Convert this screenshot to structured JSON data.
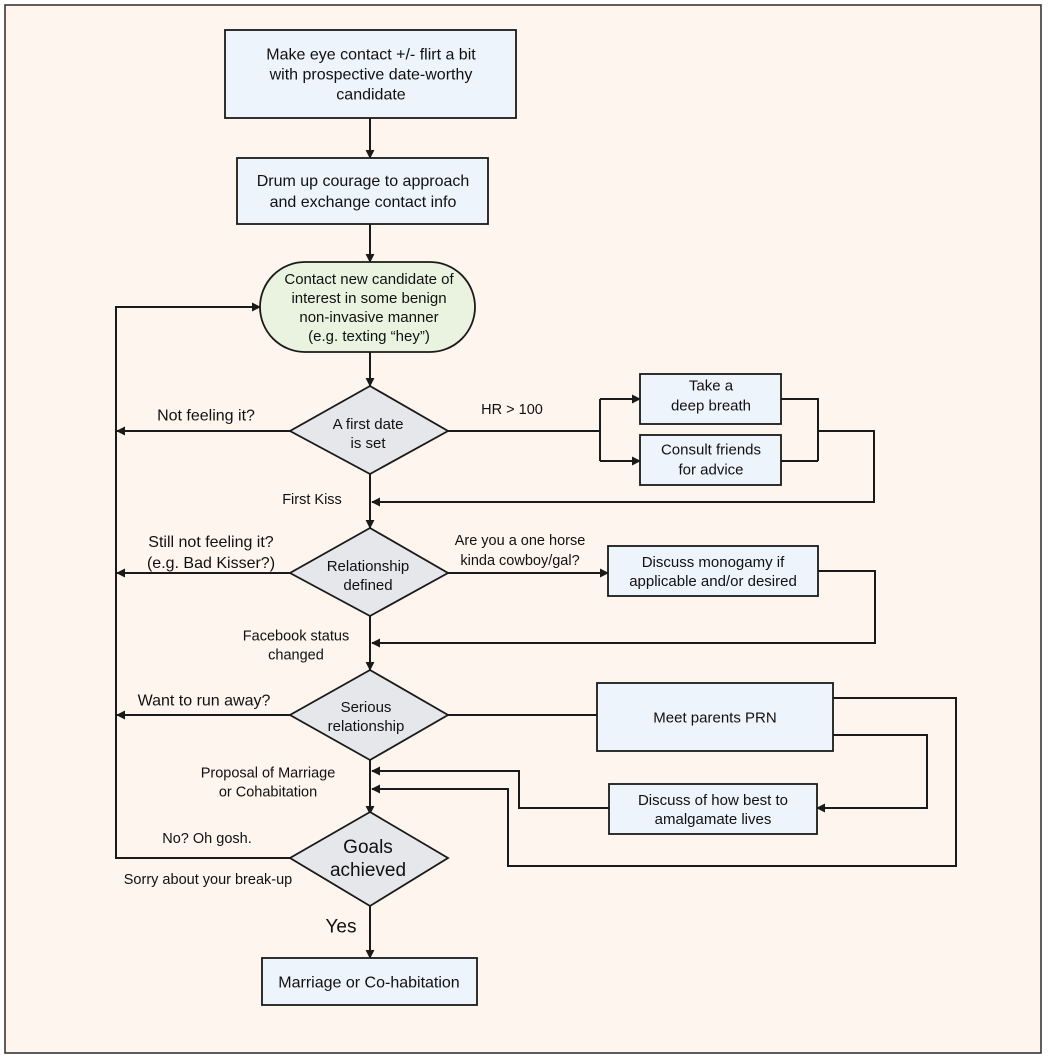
{
  "colors": {
    "page_background": "#fdf5ee",
    "process_fill": "#eef4fb",
    "start_fill": "#eaf3df",
    "decision_fill": "#e6e7ea",
    "stroke": "#1a1a1a"
  },
  "nodes": {
    "eye_contact": [
      "Make eye contact +/- flirt a bit",
      "with prospective date-worthy",
      "candidate"
    ],
    "drum_up": [
      "Drum up courage to approach",
      "and exchange contact info"
    ],
    "contact": [
      "Contact new candidate of",
      "interest in some benign",
      "non-invasive manner",
      "(e.g. texting “hey”)"
    ],
    "first_date": [
      "A first date",
      "is set"
    ],
    "deep_breath": [
      "Take a",
      "deep breath"
    ],
    "consult_friends": [
      "Consult friends",
      "for advice"
    ],
    "relationship_defined": [
      "Relationship",
      "defined"
    ],
    "monogamy": [
      "Discuss monogamy if",
      "applicable and/or desired"
    ],
    "serious": [
      "Serious",
      "relationship"
    ],
    "meet_parents": [
      "Meet parents PRN"
    ],
    "amalgamate": [
      "Discuss of how best to",
      "amalgamate lives"
    ],
    "goals": [
      "Goals",
      "achieved"
    ],
    "marriage": [
      "Marriage or Co-habitation"
    ]
  },
  "edge_labels": {
    "not_feeling": [
      "Not feeling it?"
    ],
    "hr": [
      "HR > 100"
    ],
    "first_kiss": [
      "First Kiss"
    ],
    "still_not": [
      "Still not feeling it?",
      "(e.g. Bad Kisser?)"
    ],
    "cowboy": [
      "Are you a one horse",
      "kinda cowboy/gal?"
    ],
    "facebook": [
      "Facebook status",
      "changed"
    ],
    "run_away": [
      "Want to run away?"
    ],
    "proposal": [
      "Proposal of Marriage",
      "or Cohabitation"
    ],
    "no_oh": [
      "No? Oh gosh."
    ],
    "sorry": [
      "Sorry about your break-up"
    ],
    "yes": [
      "Yes"
    ]
  }
}
